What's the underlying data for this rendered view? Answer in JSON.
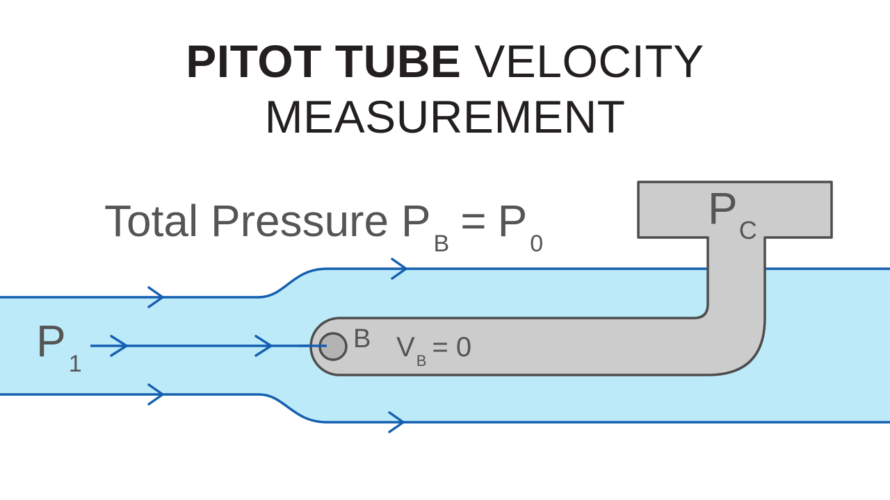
{
  "title": {
    "bold_part": "PITOT TUBE",
    "light_part": "VELOCITY",
    "line2": "MEASUREMENT"
  },
  "labels": {
    "total_pressure_text": "Total Pressure P",
    "total_pressure_sub": "B",
    "equals": "=",
    "p0_main": "P",
    "p0_sub": "0",
    "p1_main": "P",
    "p1_sub": "1",
    "pc_main": "P",
    "pc_sub": "C",
    "point_b": "B",
    "vb_main": "V",
    "vb_sub": "B",
    "vb_value": "= 0"
  },
  "colors": {
    "fluid": "#bdeaf9",
    "streamline": "#1560b0",
    "tube_fill": "#cccccc",
    "tube_stroke": "#4d4d4d",
    "label_text": "#555555",
    "title_text": "#231f20"
  }
}
